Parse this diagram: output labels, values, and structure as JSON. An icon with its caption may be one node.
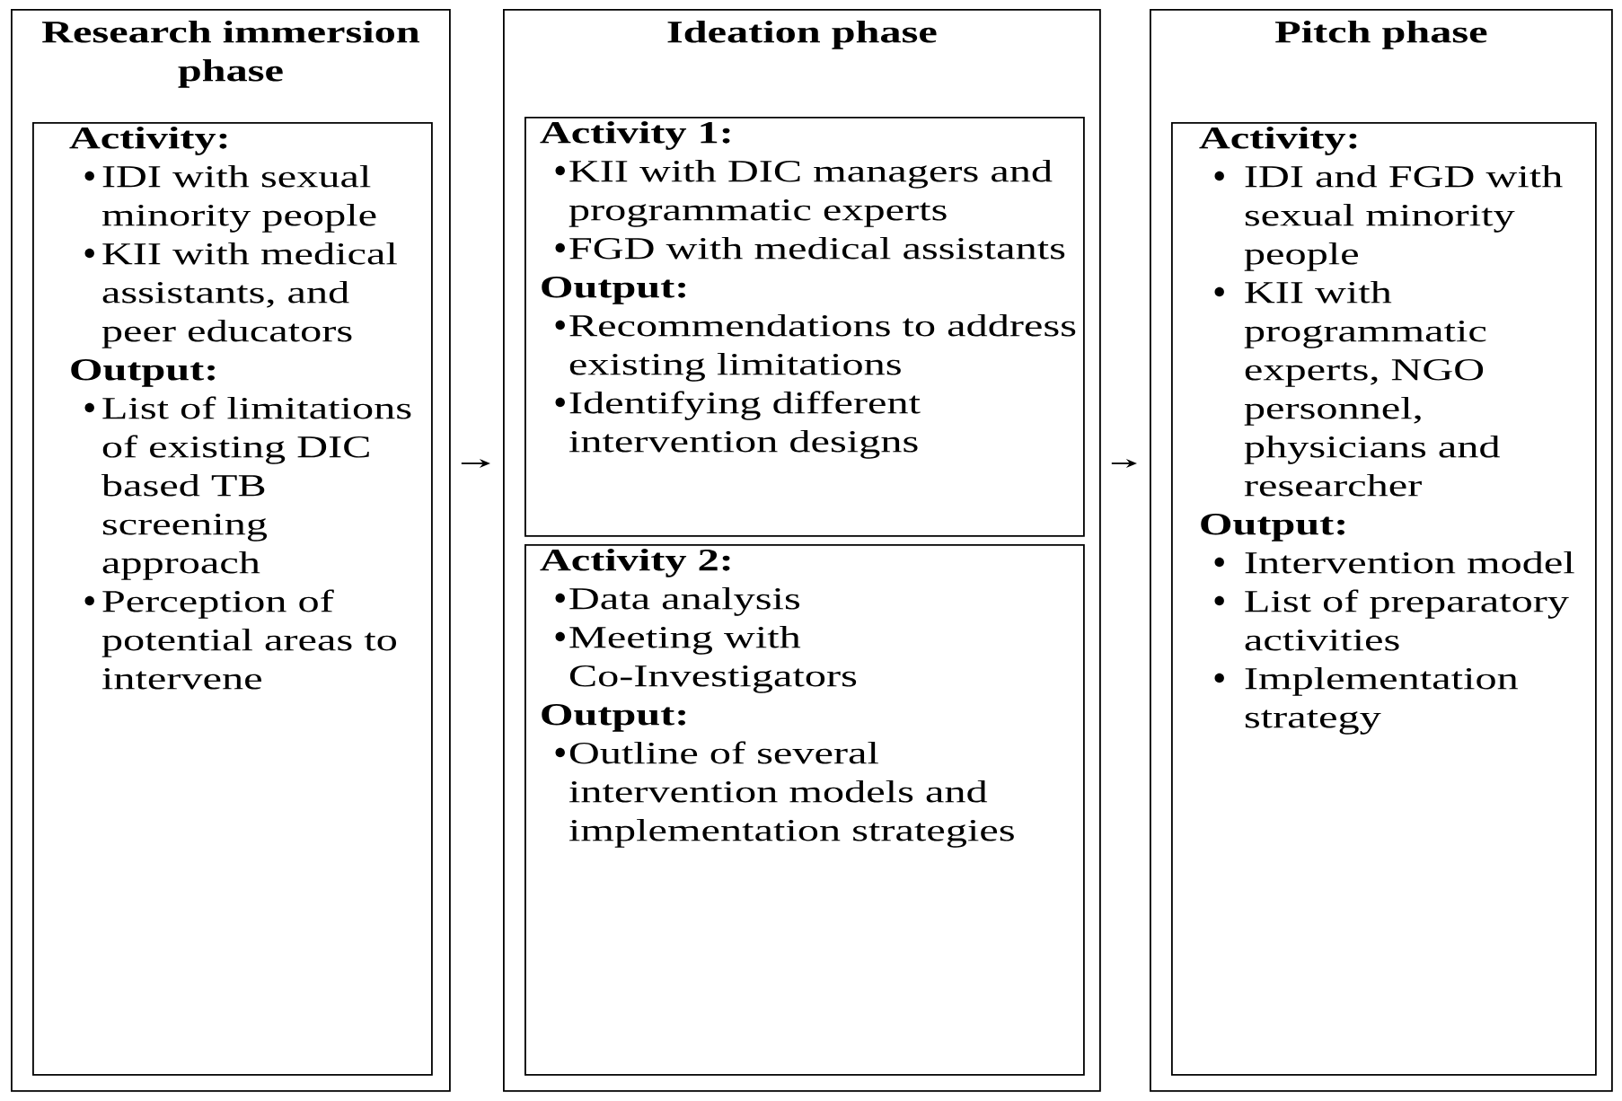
{
  "diagram": {
    "nodes": [
      {
        "text": [
          "Research immersion phase"
        ]
      },
      {
        "text": [
          "Activity:",
          "IDI with sexual minority people",
          "KII with medical assistants, and peer educators",
          "Output:",
          "List of limitations of existing DIC based TB screening approach",
          "Perception of potential areas to intervene"
        ],
        "in": 0
      },
      {
        "text": [
          "Ideation phase"
        ]
      },
      {
        "text": [
          "Activity 1:",
          "KII with DIC managers and programmatic experts",
          "FGD with medical assistants",
          "Output:",
          "Recommendations to address existing limitations",
          "Identifying different intervention designs"
        ],
        "in": 2
      },
      {
        "text": [
          "Activity 2:",
          "Data analysis",
          "Meeting with Co-Investigators",
          "Output:",
          "Outline of several intervention models and implementation strategies"
        ],
        "in": 2
      },
      {
        "text": [
          "Pitch phase"
        ]
      },
      {
        "text": [
          "Activity:",
          "IDI and FGD with sexual minority people",
          "KII with programmatic experts, NGO personnel, physicians and researcher",
          "Output:",
          "Intervention model",
          "List of preparatory activities",
          "Implementation strategy"
        ],
        "in": 5
      }
    ],
    "edges": [
      {
        "from": 0,
        "to": 2,
        "arrow": "to"
      },
      {
        "from": 2,
        "to": 5,
        "arrow": "to"
      }
    ]
  }
}
